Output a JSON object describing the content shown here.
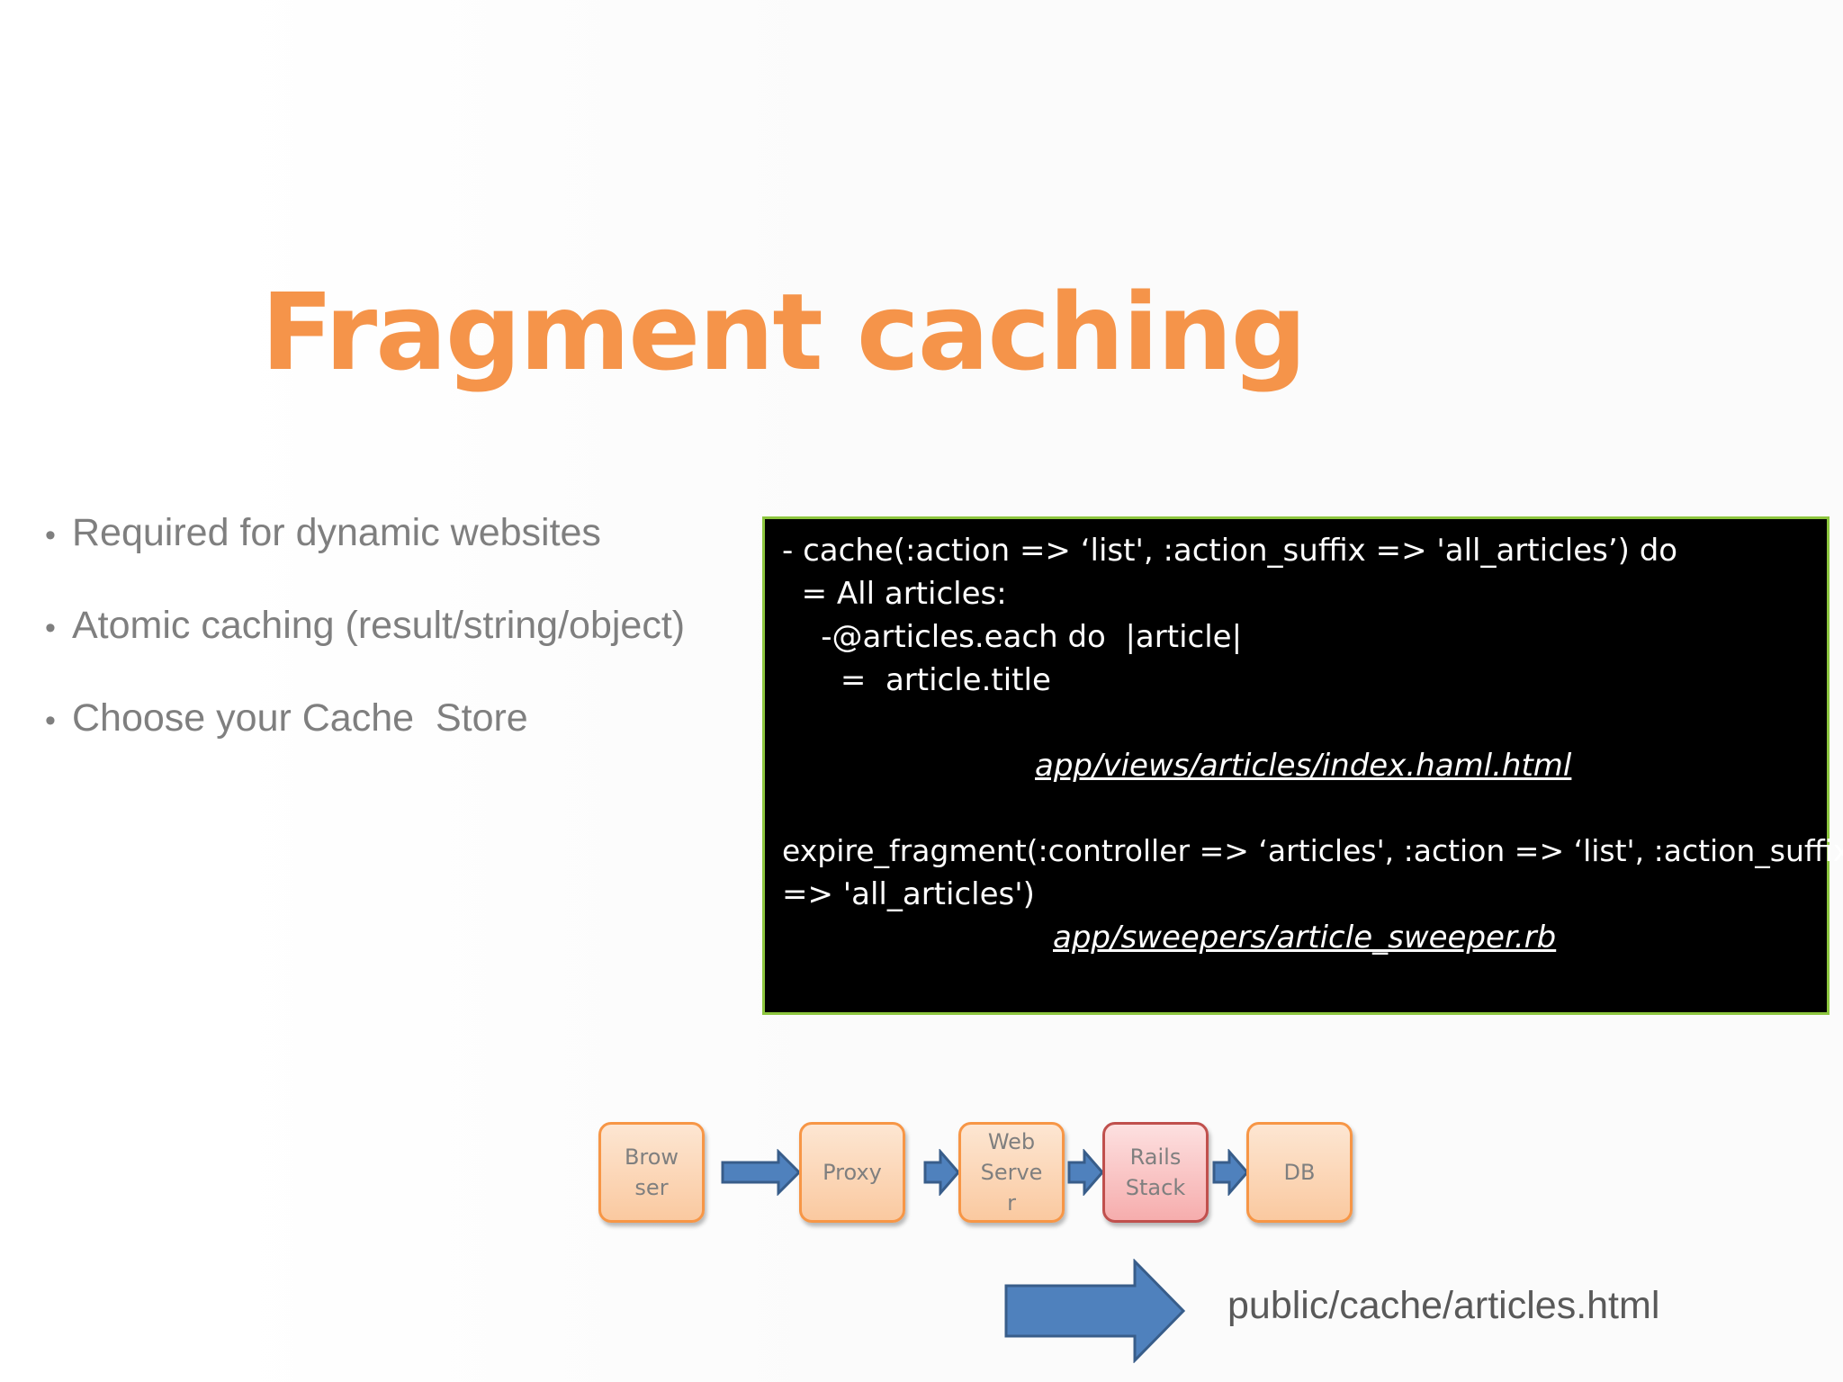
{
  "slide": {
    "title": "Fragment caching",
    "bullets": [
      "Required for dynamic websites",
      "Atomic caching (result/string/object)",
      "Choose your Cache  Store"
    ],
    "code": {
      "lines": [
        "- cache(:action => ‘list', :action_suffix => 'all_articles’) do",
        "  = All articles:",
        "    -@articles.each do  |article|",
        "      =  article.title"
      ],
      "view_path": "app/views/articles/index.haml.html",
      "expire_line_1": "expire_fragment(:controller => ‘articles', :action => ‘list', :action_suffix",
      "expire_line_2": "=> 'all_articles')",
      "sweeper_path": "app/sweepers/article_sweeper.rb"
    },
    "flow": {
      "boxes": [
        "Brow\nser",
        "Proxy",
        "Web\nServe\nr",
        "Rails\nStack",
        "DB"
      ],
      "output_path": "public/cache/articles.html"
    },
    "colors": {
      "title": "#F5944A",
      "box_border": "#F79646",
      "rails_border": "#C0504D",
      "arrow_fill": "#4F81BD",
      "code_border": "#8DC63F"
    }
  }
}
